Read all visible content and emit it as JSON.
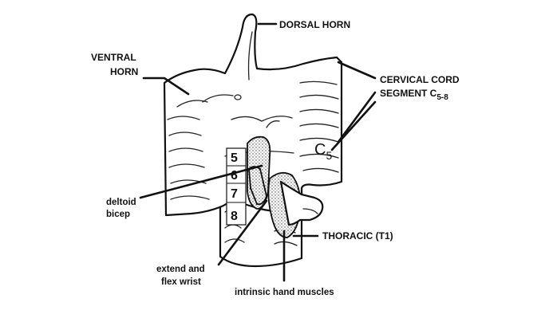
{
  "labels": {
    "dorsal_horn": "DORSAL HORN",
    "ventral_horn_line1": "VENTRAL",
    "ventral_horn_line2": "HORN",
    "cervical_cord_line1": "CERVICAL CORD",
    "cervical_cord_line2": "SEGMENT C",
    "cervical_cord_sub": "5-8",
    "c5_letter": "C",
    "c5_sub": "5",
    "thoracic": "THORACIC  (T1)",
    "deltoid": "deltoid",
    "bicep": "bicep",
    "extend_line1": "extend and",
    "extend_line2": "flex wrist",
    "intrinsic": "intrinsic hand muscles"
  },
  "segment_numbers": [
    "5",
    "6",
    "7",
    "8"
  ]
}
